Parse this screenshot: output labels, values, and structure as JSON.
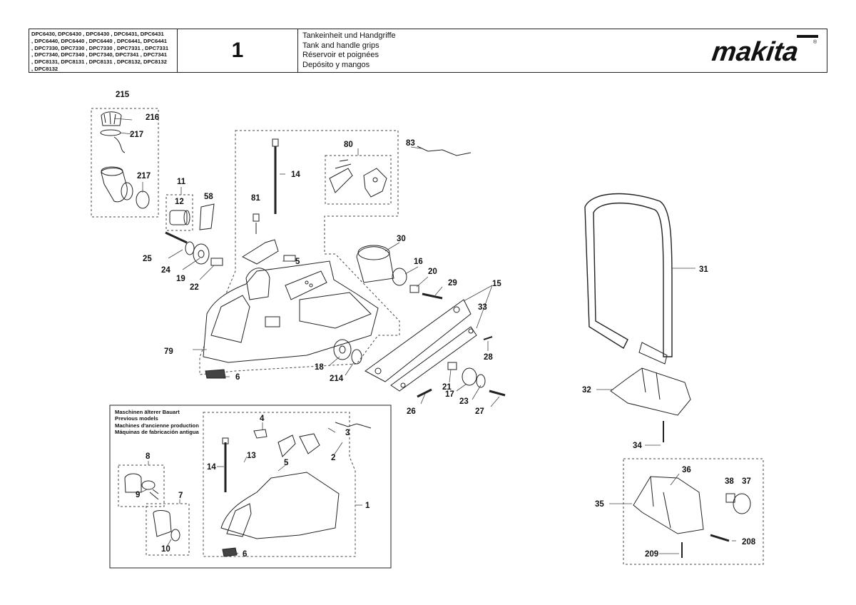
{
  "header": {
    "models": [
      "DPC6430, DPC6430 , DPC6430 , DPC6431, DPC6431",
      ", DPC6440, DPC6440 , DPC6440 , DPC6441, DPC6441",
      ", DPC7330, DPC7330 , DPC7330 , DPC7331 , DPC7331",
      ", DPC7340, DPC7340 , DPC7340, DPC7341 , DPC7341",
      ", DPC8131, DPC8131 , DPC8131 , DPC8132, DPC8132",
      ", DPC8132"
    ],
    "page_number": "1",
    "titles": [
      "Tankeinheit und Handgriffe",
      "Tank and handle grips",
      "Réservoir et poignées",
      "Depósito y mangos"
    ],
    "brand": "makita",
    "brand_mark": "®"
  },
  "inset": {
    "titles": [
      "Maschinen älterer Bauart",
      "Previous models",
      "Machines d'ancienne production",
      "Máquinas de fabricación antigua"
    ]
  },
  "part_labels": {
    "p215": "215",
    "p216": "216",
    "p217a": "217",
    "p217b": "217",
    "p11": "11",
    "p12": "12",
    "p58": "58",
    "p81": "81",
    "p14": "14",
    "p80": "80",
    "p83": "83",
    "p25": "25",
    "p24": "24",
    "p19": "19",
    "p22": "22",
    "p5": "5",
    "p30": "30",
    "p16": "16",
    "p20": "20",
    "p29": "29",
    "p15": "15",
    "p33": "33",
    "p79": "79",
    "p6": "6",
    "p18": "18",
    "p214": "214",
    "p28": "28",
    "p21": "21",
    "p17": "17",
    "p23": "23",
    "p27": "27",
    "p26": "26",
    "p31": "31",
    "p32": "32",
    "p34": "34",
    "p36": "36",
    "p38": "38",
    "p37": "37",
    "p35": "35",
    "p208": "208",
    "p209": "209",
    "i4": "4",
    "i3": "3",
    "i2": "2",
    "i14": "14",
    "i13": "13",
    "i5": "5",
    "i8": "8",
    "i9": "9",
    "i7": "7",
    "i10": "10",
    "i1": "1",
    "i6": "6"
  }
}
